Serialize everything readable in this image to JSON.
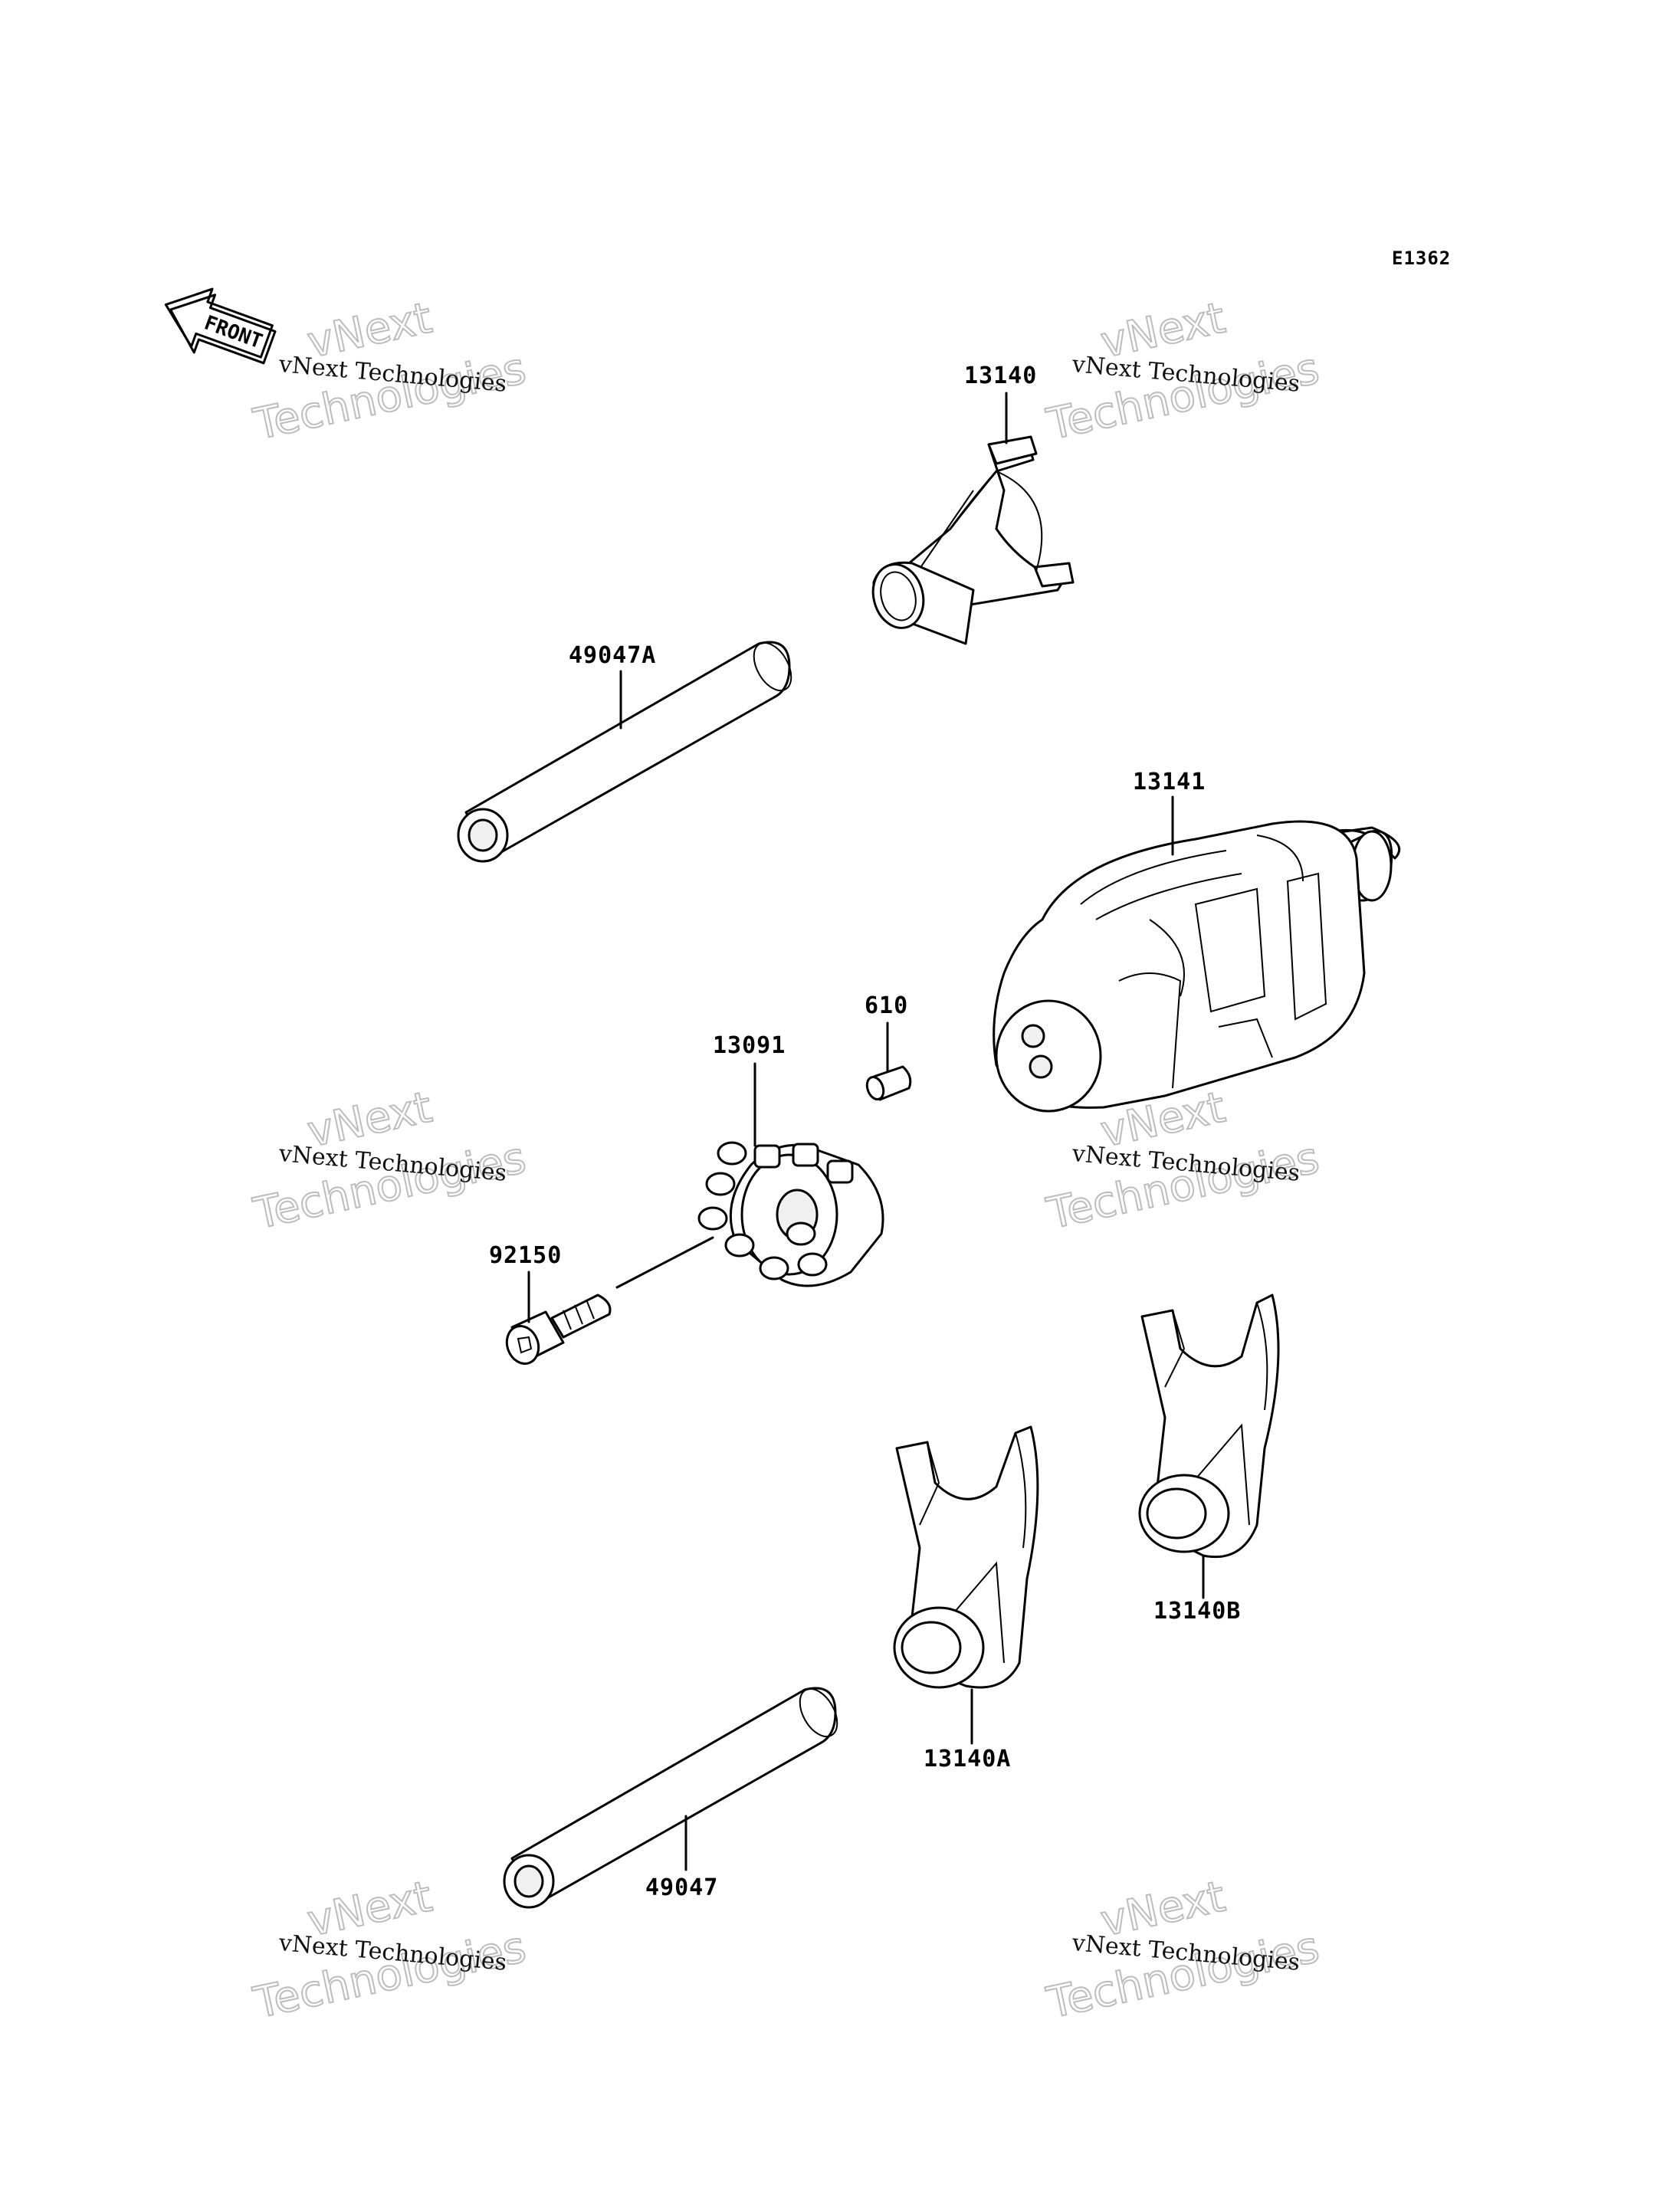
{
  "reference_code": "E1362",
  "front_label": "FRONT",
  "watermark": {
    "line_small": "vNext Technologies",
    "line_big_1": "vNext",
    "line_big_2": "Technologies"
  },
  "parts": [
    {
      "id": "shift-fork-upper",
      "number": "13140"
    },
    {
      "id": "shift-rod-upper",
      "number": "49047A"
    },
    {
      "id": "shift-drum",
      "number": "13141"
    },
    {
      "id": "pin",
      "number": "610"
    },
    {
      "id": "drum-pin-plate",
      "number": "13091"
    },
    {
      "id": "bolt",
      "number": "92150"
    },
    {
      "id": "shift-fork-b",
      "number": "13140B"
    },
    {
      "id": "shift-fork-a",
      "number": "13140A"
    },
    {
      "id": "shift-rod-lower",
      "number": "49047"
    }
  ]
}
